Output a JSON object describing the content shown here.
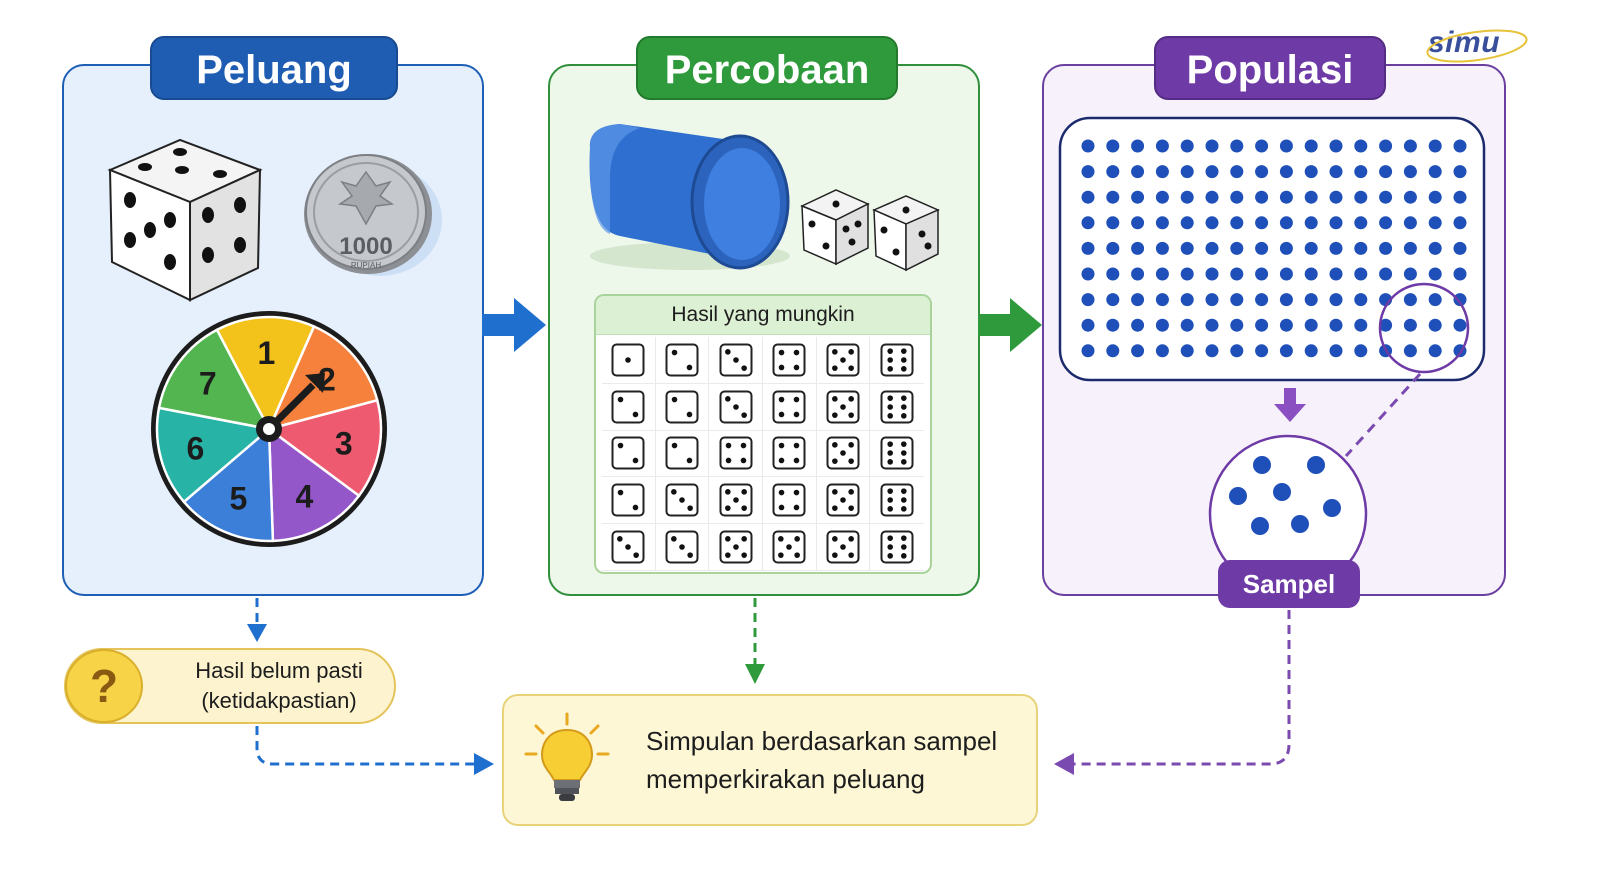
{
  "logo": {
    "text": "simu"
  },
  "panels": {
    "peluang": {
      "title": "Peluang",
      "coin": {
        "value": "1000",
        "unit": "RUPIAH"
      }
    },
    "percobaan": {
      "title": "Percobaan",
      "outcomes_header": "Hasil yang mungkin",
      "outcome_grid": [
        [
          1,
          2,
          3,
          4,
          5,
          6
        ],
        [
          2,
          2,
          3,
          4,
          5,
          6
        ],
        [
          2,
          2,
          4,
          4,
          5,
          6
        ],
        [
          2,
          3,
          5,
          4,
          5,
          6
        ],
        [
          3,
          3,
          5,
          5,
          5,
          6
        ]
      ]
    },
    "populasi": {
      "title": "Populasi",
      "sample_label": "Sampel",
      "grid": {
        "rows": 9,
        "cols": 16
      }
    }
  },
  "spinner": {
    "segments": [
      {
        "label": "1",
        "color": "#f3c21b"
      },
      {
        "label": "2",
        "color": "#f5813c"
      },
      {
        "label": "3",
        "color": "#ee5a6f"
      },
      {
        "label": "4",
        "color": "#9457c9"
      },
      {
        "label": "5",
        "color": "#3c7fd9"
      },
      {
        "label": "6",
        "color": "#27b3a6"
      },
      {
        "label": "7",
        "color": "#52b550"
      }
    ]
  },
  "uncertainty": {
    "icon": "question-mark-icon",
    "line1": "Hasil belum pasti",
    "line2": "(ketidakpastian)"
  },
  "conclusion": {
    "icon": "lightbulb-icon",
    "line1": "Simpulan berdasarkan sampel",
    "line2": "memperkirakan peluang"
  },
  "colors": {
    "blue": "#1f5db3",
    "green": "#2f9a3c",
    "purple": "#6d3aa6",
    "yellow": "#f3c21b",
    "dot": "#1f4fb8"
  }
}
